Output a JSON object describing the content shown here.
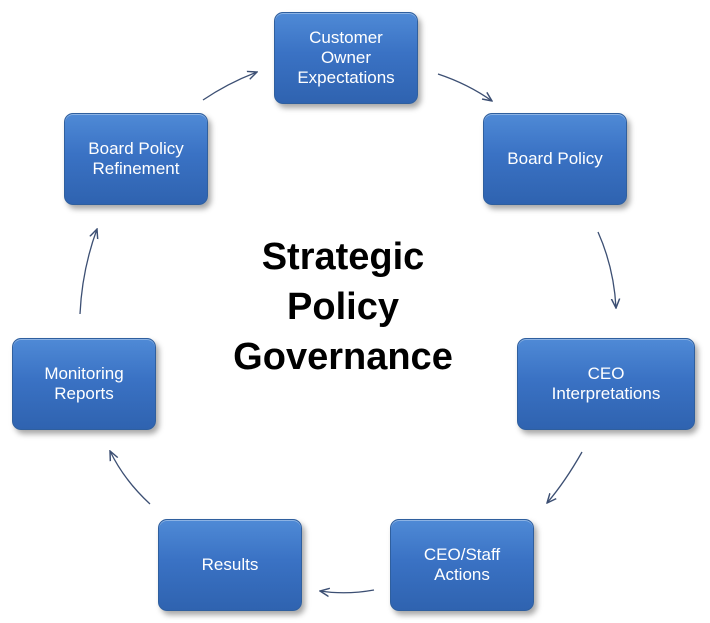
{
  "title": "Strategic\nPolicy\nGovernance",
  "colors": {
    "node_fill": "#3a72c4",
    "node_border": "#2f5f9e",
    "arrow": "#3c4f73",
    "title_text": "#000000"
  },
  "nodes": [
    {
      "id": "customer-owner-expectations",
      "label": "Customer\nOwner\nExpectations"
    },
    {
      "id": "board-policy",
      "label": "Board Policy"
    },
    {
      "id": "ceo-interpretations",
      "label": "CEO\nInterpretations"
    },
    {
      "id": "ceo-staff-actions",
      "label": "CEO/Staff\nActions"
    },
    {
      "id": "results",
      "label": "Results"
    },
    {
      "id": "monitoring-reports",
      "label": "Monitoring\nReports"
    },
    {
      "id": "board-policy-refinement",
      "label": "Board Policy\nRefinement"
    }
  ]
}
